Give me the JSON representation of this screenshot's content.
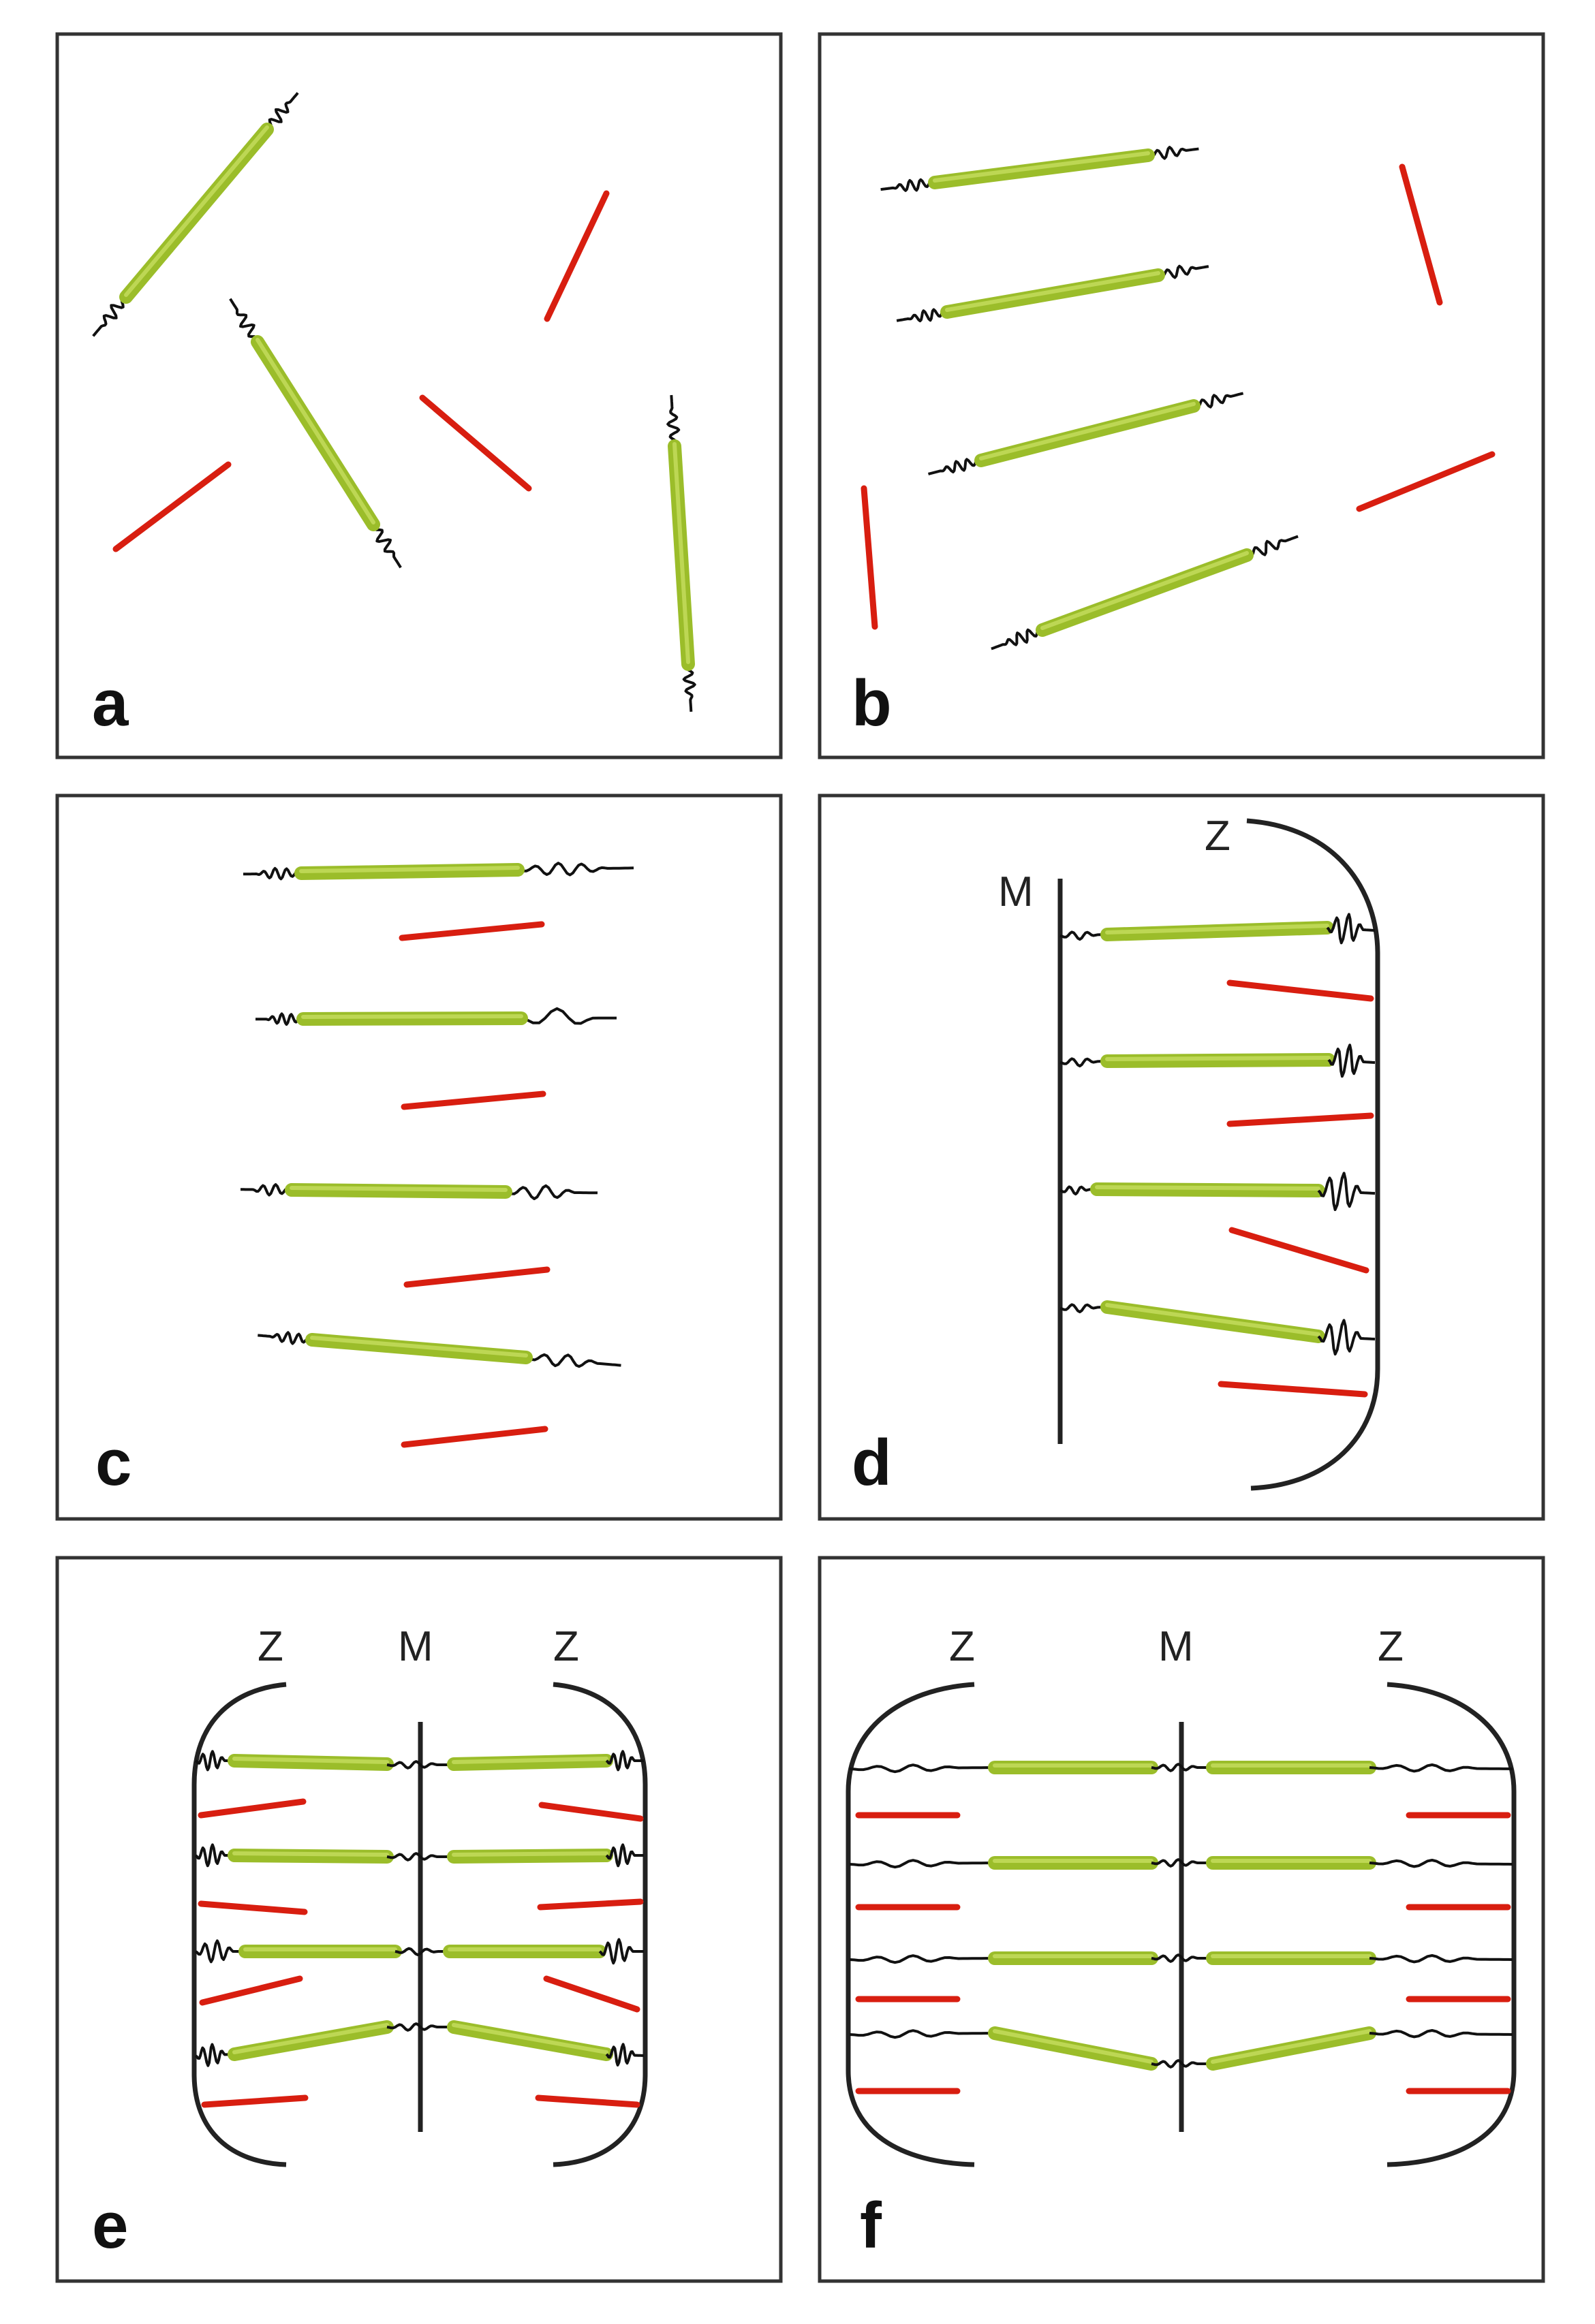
{
  "panels": {
    "a": {
      "label": "a"
    },
    "b": {
      "label": "b"
    },
    "c": {
      "label": "c"
    },
    "d": {
      "label": "d",
      "z_label": "Z",
      "m_label": "M"
    },
    "e": {
      "label": "e",
      "z_left_label": "Z",
      "m_label": "M",
      "z_right_label": "Z"
    },
    "f": {
      "label": "f",
      "z_left_label": "Z",
      "m_label": "M",
      "z_right_label": "Z"
    }
  },
  "colors": {
    "thick_filament": "#9bbd2a",
    "thick_filament_highlight": "#c4dc5c",
    "thin_filament": "#d81e10",
    "elastic_tail": "#111111",
    "z_disc": "#222222",
    "m_line": "#222222",
    "frame": "#333333"
  },
  "icons": {
    "thick_filament": "green-rod",
    "thin_filament": "red-line",
    "tail": "wavy-spring"
  }
}
